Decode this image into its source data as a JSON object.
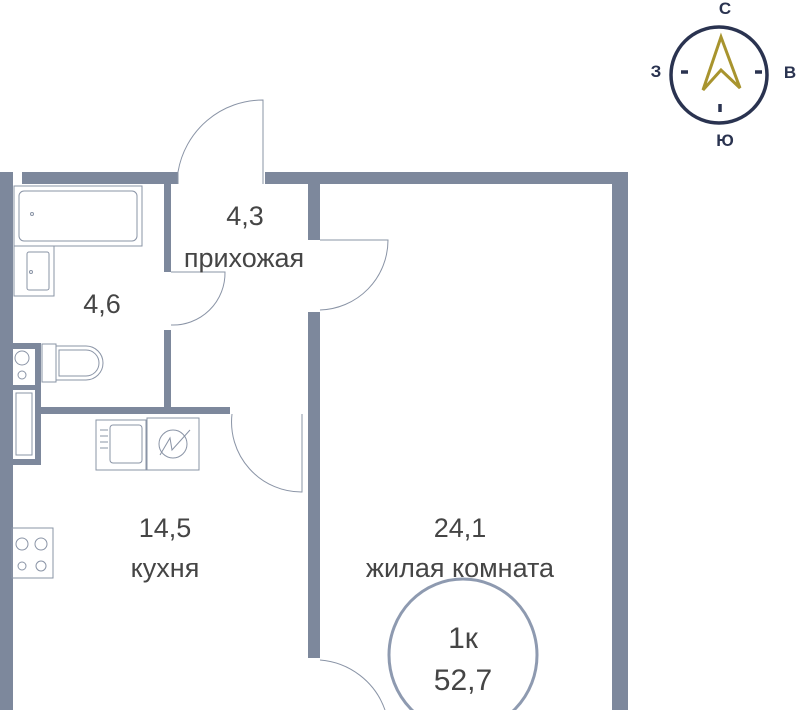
{
  "compass": {
    "north": "С",
    "south": "Ю",
    "west": "З",
    "east": "В"
  },
  "rooms": [
    {
      "area": "4,3",
      "name": "прихожая"
    },
    {
      "area": "4,6",
      "name": ""
    },
    {
      "area": "14,5",
      "name": "кухня"
    },
    {
      "area": "24,1",
      "name": "жилая комната"
    }
  ],
  "apartment": {
    "type": "1к",
    "total_area": "52,7"
  },
  "colors": {
    "wall": "#7d889c",
    "compass_ring": "#2a3350",
    "compass_arrow": "#a8942e"
  }
}
